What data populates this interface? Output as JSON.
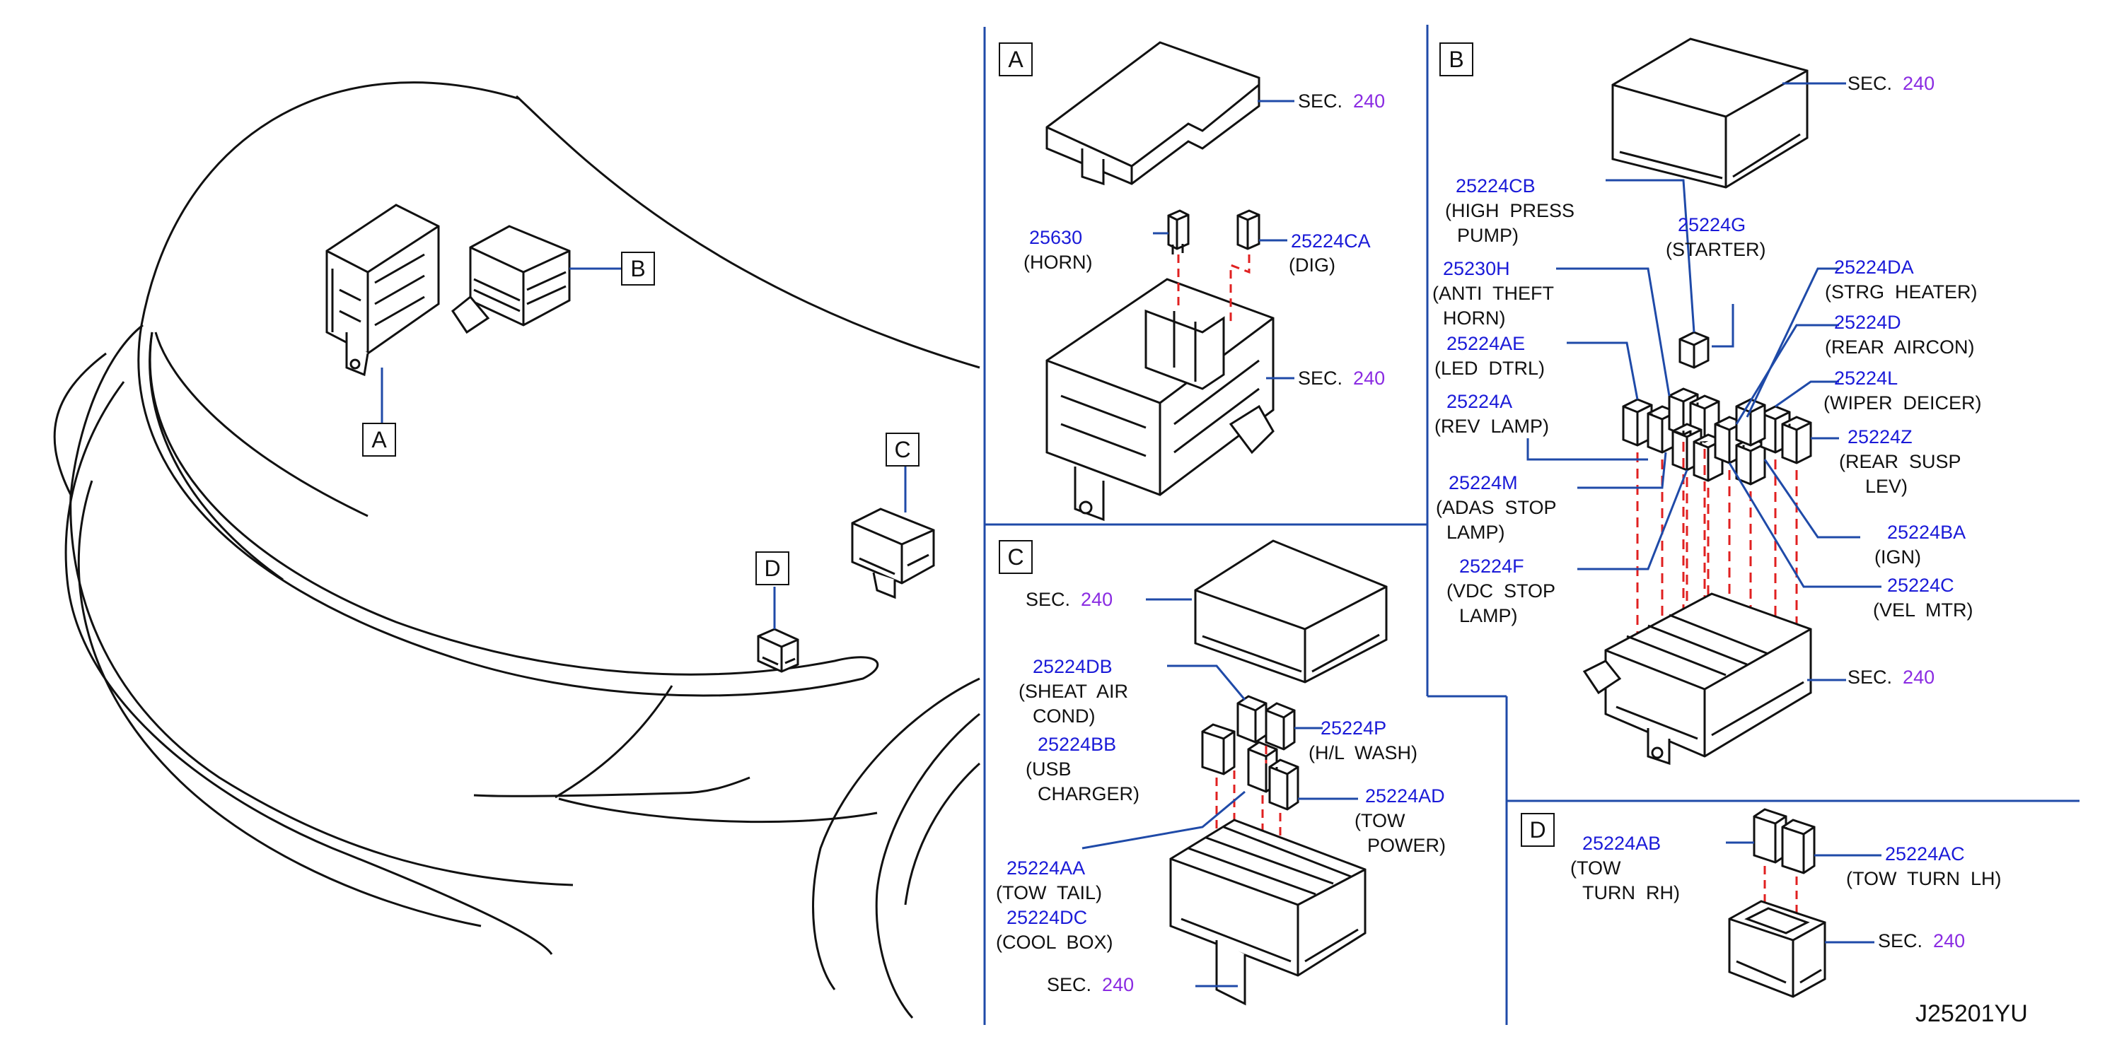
{
  "colors": {
    "part_number": "#1a1ad8",
    "section_number": "#8a2be2",
    "leader_line": "#1f4aa8",
    "dashed_line": "#e02020",
    "panel_border": "#1f4aa8"
  },
  "overview": {
    "callouts": [
      "A",
      "B",
      "C",
      "D"
    ]
  },
  "panel_a": {
    "label": "A",
    "sec_top": {
      "prefix": "SEC.",
      "num": "240"
    },
    "sec_base": {
      "prefix": "SEC.",
      "num": "240"
    },
    "horn": {
      "pn": "25630",
      "desc": "(HORN)"
    },
    "dig": {
      "pn": "25224CA",
      "desc": "(DIG)"
    }
  },
  "panel_b": {
    "label": "B",
    "sec_top": {
      "prefix": "SEC.",
      "num": "240"
    },
    "sec_base": {
      "prefix": "SEC.",
      "num": "240"
    },
    "high_press": {
      "pn": "25224CB",
      "d1": "(HIGH  PRESS",
      "d2": "PUMP)"
    },
    "anti_theft": {
      "pn": "25230H",
      "d1": "(ANTI  THEFT",
      "d2": "HORN)"
    },
    "led_dtrl": {
      "pn": "25224AE",
      "d1": "(LED  DTRL)"
    },
    "rev_lamp": {
      "pn": "25224A",
      "d1": "(REV  LAMP)"
    },
    "adas": {
      "pn": "25224M",
      "d1": "(ADAS  STOP",
      "d2": "LAMP)"
    },
    "vdc": {
      "pn": "25224F",
      "d1": "(VDC  STOP",
      "d2": "LAMP)"
    },
    "starter": {
      "pn": "25224G",
      "d1": "(STARTER)"
    },
    "strg": {
      "pn": "25224DA",
      "d1": "(STRG  HEATER)"
    },
    "rear_aircon": {
      "pn": "25224D",
      "d1": "(REAR  AIRCON)"
    },
    "wiper": {
      "pn": "25224L",
      "d1": "(WIPER  DEICER)"
    },
    "rear_susp": {
      "pn": "25224Z",
      "d1": "(REAR  SUSP",
      "d2": "LEV)"
    },
    "ign": {
      "pn": "25224BA",
      "d1": "(IGN)"
    },
    "vel": {
      "pn": "25224C",
      "d1": "(VEL  MTR)"
    }
  },
  "panel_c": {
    "label": "C",
    "sec_top": {
      "prefix": "SEC.",
      "num": "240"
    },
    "sec_base": {
      "prefix": "SEC.",
      "num": "240"
    },
    "sheat": {
      "pn": "25224DB",
      "d1": "(SHEAT  AIR",
      "d2": "COND)"
    },
    "usb": {
      "pn": "25224BB",
      "d1": "(USB",
      "d2": "CHARGER)"
    },
    "hl_wash": {
      "pn": "25224P",
      "d1": "(H/L  WASH)"
    },
    "tow_power": {
      "pn": "25224AD",
      "d1": "(TOW",
      "d2": "POWER)"
    },
    "tow_tail": {
      "pn": "25224AA",
      "d1": "(TOW  TAIL)"
    },
    "cool_box": {
      "pn": "25224DC",
      "d1": "(COOL  BOX)"
    }
  },
  "panel_d": {
    "label": "D",
    "sec_base": {
      "prefix": "SEC.",
      "num": "240"
    },
    "tow_turn_rh": {
      "pn": "25224AB",
      "d1": "(TOW",
      "d2": "TURN  RH)"
    },
    "tow_turn_lh": {
      "pn": "25224AC",
      "d1": "(TOW  TURN  LH)"
    }
  },
  "drawing_code": "J25201YU"
}
